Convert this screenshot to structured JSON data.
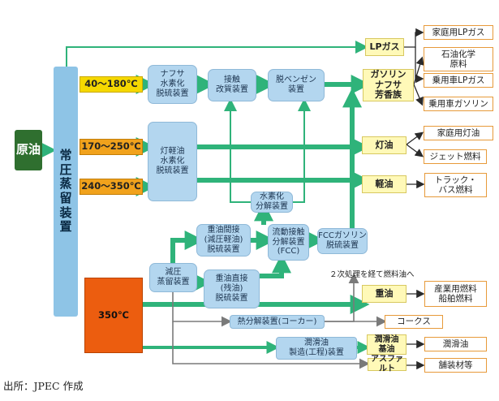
{
  "source_note": "出所：JPEC 作成",
  "crude": "原油",
  "atmospheric_unit": [
    "常",
    "圧",
    "蒸",
    "留",
    "装",
    "置"
  ],
  "temperature_cuts": {
    "t1": "40～180℃",
    "t2": "170～250℃",
    "t3": "240～350℃",
    "t4": "350℃"
  },
  "units": {
    "naphtha_hds": "ナフサ\n水素化\n脱硫装置",
    "reformer": "接触\n改質装置",
    "debenzene": "脱ベンゼン\n装置",
    "kero_hds": "灯軽油\n水素化\n脱硫装置",
    "hydrocracker": "水素化\n分解装置",
    "vgo_hds": "重油間接\n(減圧軽油)\n脱硫装置",
    "fcc": "流動接触\n分解装置\n(FCC)",
    "fcc_gasoline_hds": "FCCガソリン\n脱硫装置",
    "vacuum": "減圧\n蒸留装置",
    "resid_hds": "重油直接\n(残油)\n脱硫装置",
    "coker": "熱分解装置(コーカー)",
    "lube": "潤滑油\n製造(工程)装置"
  },
  "products": {
    "lpg": "LPガス",
    "gasoline": "ガソリン\nナフサ\n芳香族",
    "kerosene": "灯油",
    "gas_oil": "軽油",
    "fuel_oil": "重油",
    "coke": "コークス",
    "lube_base": "潤滑油\n基油",
    "asphalt": "アスファルト"
  },
  "final_uses": {
    "home_lpg": "家庭用LPガス",
    "petrochem": "石油化学\n原料",
    "auto_lpg": "乗用車LPガス",
    "auto_gasoline": "乗用車ガソリン",
    "home_kerosene": "家庭用灯油",
    "jet_fuel": "ジェット燃料",
    "truck_fuel": "トラック・\nバス燃料",
    "industrial_fuel": "産業用燃料\n船舶燃料",
    "lube_oil": "潤滑油",
    "paving": "舗装材等"
  },
  "annotations": {
    "secondary_processing": "２次処理を経て燃料油へ"
  },
  "colors": {
    "flow_green": "#2fb37a",
    "crude_green": "#2f6f2f",
    "unit_blue": "#b3d6ef",
    "column_blue": "#8ec4e6",
    "gray_line": "#7a7a7a",
    "final_arrow": "#2a2a2a"
  }
}
